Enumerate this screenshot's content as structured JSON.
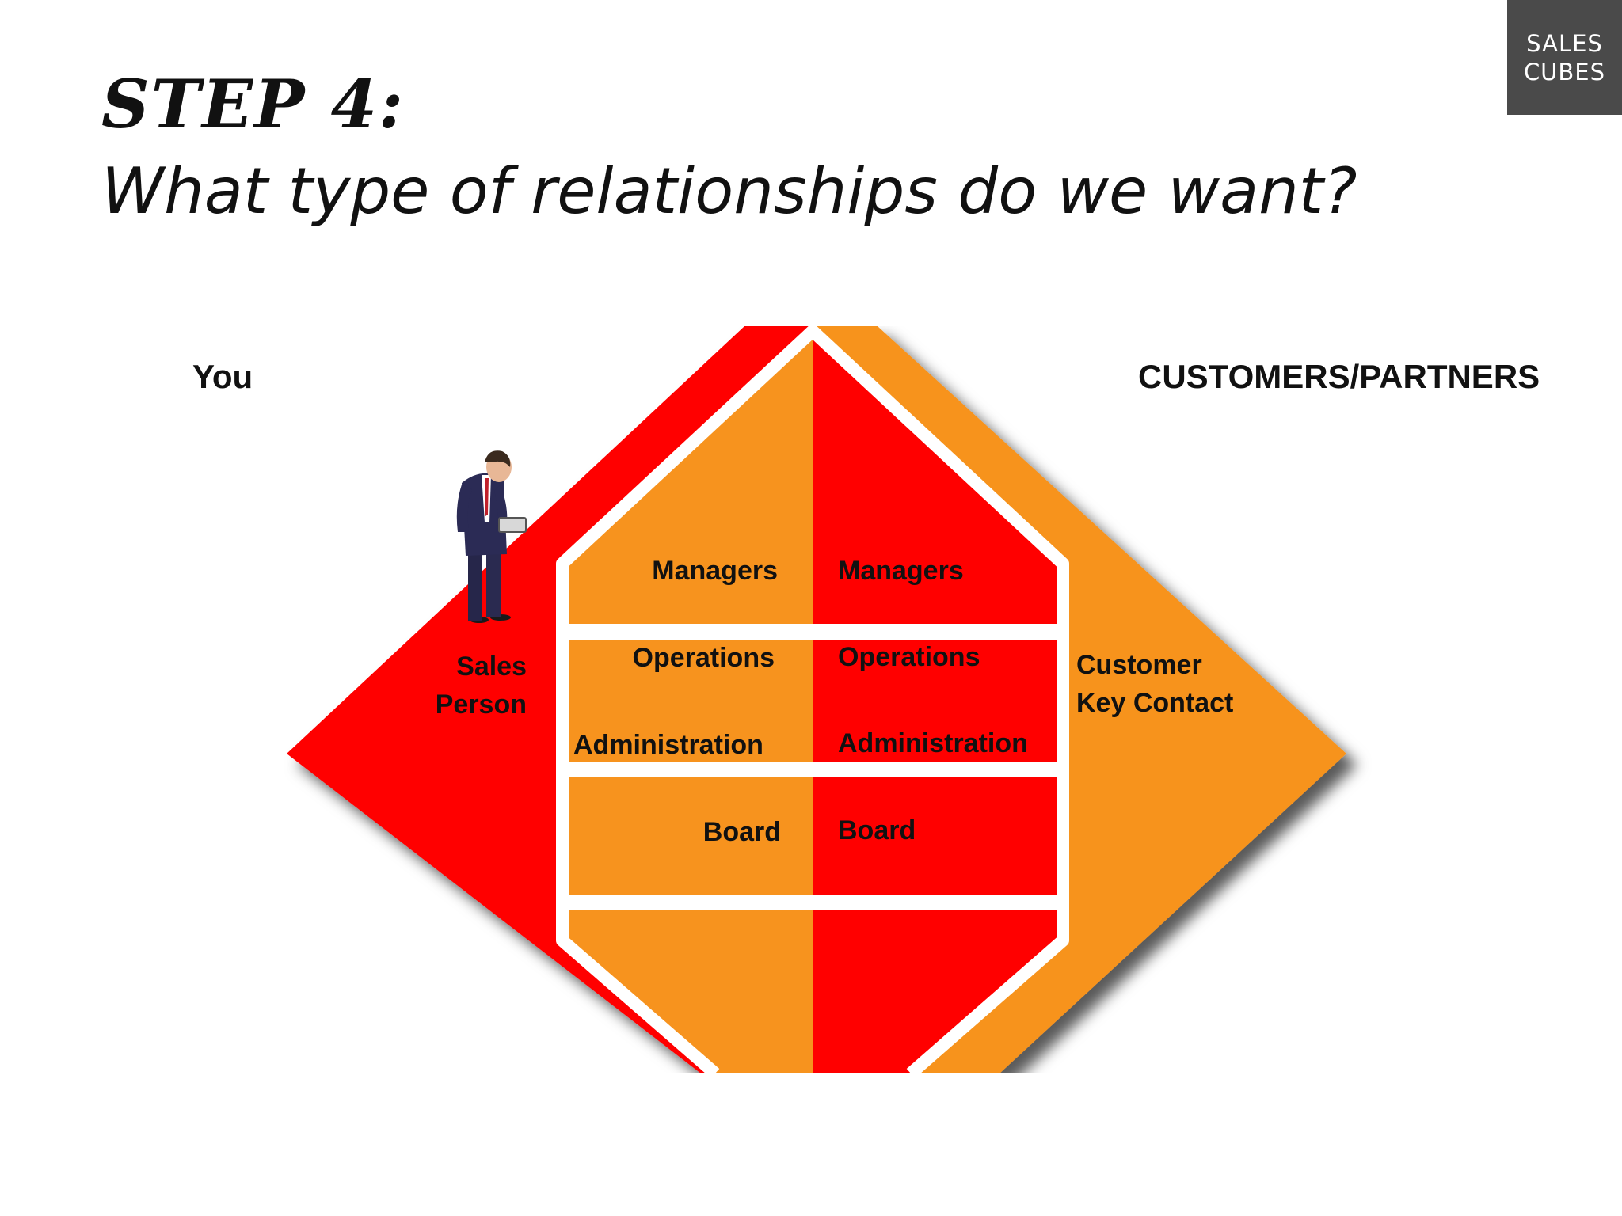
{
  "logo": {
    "line1": "SALES",
    "line2": "CUBES"
  },
  "title": {
    "step": "STEP 4:",
    "question": "What type of relationships do we want?"
  },
  "headings": {
    "left": "You",
    "right": "CUSTOMERS/PARTNERS"
  },
  "sales_person": {
    "line1": "Sales",
    "line2": "Person"
  },
  "customer_contact": {
    "line1": "Customer",
    "line2": "Key Contact"
  },
  "left_levels": {
    "managers": "Managers",
    "operations": "Operations",
    "administration": "Administration",
    "board": "Board"
  },
  "right_levels": {
    "managers": "Managers",
    "operations": "Operations",
    "administration": "Administration",
    "board": "Board"
  },
  "colors": {
    "red": "#ff0000",
    "orange": "#f7931e",
    "logo_bg": "#4a4a4a",
    "divider": "#ffffff"
  }
}
